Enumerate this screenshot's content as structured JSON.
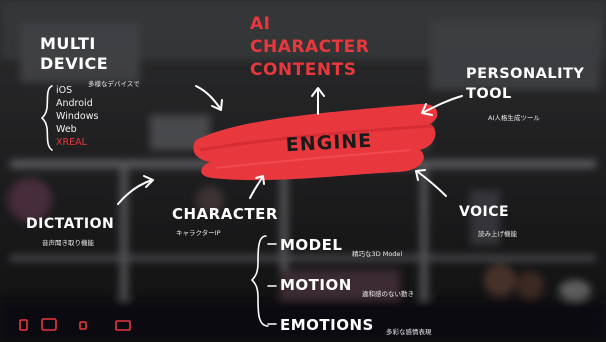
{
  "center": {
    "engine": "ENGINE"
  },
  "top": {
    "line1": "AI",
    "line2": "CHARACTER",
    "line3": "CONTENTS"
  },
  "multi_device": {
    "line1": "MULTI",
    "line2": "DEVICE",
    "note": "多様なデバイスで",
    "platforms": [
      "iOS",
      "Android",
      "Windows",
      "Web",
      "XREAL"
    ]
  },
  "personality_tool": {
    "line1": "PERSONALITY",
    "line2": "TOOL",
    "note": "AI人格生成ツール"
  },
  "dictation": {
    "title": "DICTATION",
    "note": "音声聞き取り機能"
  },
  "character": {
    "title": "CHARACTER",
    "note": "キャラクターIP"
  },
  "voice": {
    "title": "VOICE",
    "note": "読み上げ機能"
  },
  "features": [
    {
      "title": "MODEL",
      "note": "精巧な3D Model"
    },
    {
      "title": "MOTION",
      "note": "違和感のない動き"
    },
    {
      "title": "EMOTIONS",
      "note": "多彩な感情表現"
    }
  ],
  "colors": {
    "accent": "#e8383d",
    "text": "#ffffff",
    "background": "#1c1c1e"
  }
}
